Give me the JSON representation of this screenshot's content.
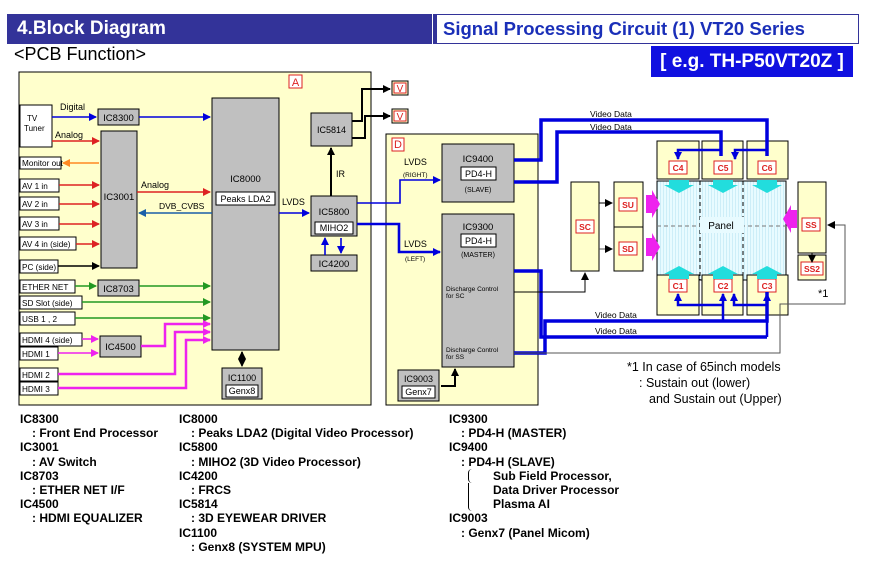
{
  "header": {
    "title": "4.Block Diagram",
    "subtitle": "Signal Processing Circuit  (1)  VT20 Series",
    "example_model": "[ e.g. TH-P50VT20Z ]",
    "section": "<PCB Function>"
  },
  "board_a": {
    "label": "A",
    "inputs": [
      "TV Tuner",
      "Monitor out",
      "AV 1 in",
      "AV 2 in",
      "AV 3 in",
      "AV 4 in (side)",
      "PC (side)",
      "ETHER NET",
      "SD Slot (side)",
      "USB 1 , 2",
      "HDMI 4 (side)",
      "HDMI 1",
      "HDMI 2",
      "HDMI 3"
    ],
    "signal_labels": {
      "digital": "Digital",
      "analog_tuner": "Analog",
      "analog_out": "Analog",
      "dvb": "DVB_CVBS",
      "lvds": "LVDS",
      "ir": "IR"
    },
    "chips": {
      "ic8300": "IC8300",
      "ic3001": "IC3001",
      "ic8703": "IC8703",
      "ic4500": "IC4500",
      "ic8000": "IC8000",
      "ic8000_sub": "Peaks LDA2",
      "ic5814": "IC5814",
      "ic5800": "IC5800",
      "ic5800_sub": "MIHO2",
      "ic4200": "IC4200",
      "ic1100": "IC1100",
      "ic1100_sub": "Genx8"
    },
    "v_outputs": [
      "V",
      "V"
    ]
  },
  "board_d": {
    "label": "D",
    "lvds_right": "LVDS",
    "lvds_right_sub": "(RIGHT)",
    "lvds_left": "LVDS",
    "lvds_left_sub": "(LEFT)",
    "ic9400": "IC9400",
    "ic9400_sub": "PD4-H",
    "ic9400_role": "(SLAVE)",
    "ic9300": "IC9300",
    "ic9300_sub": "PD4-H",
    "ic9300_role": "(MASTER)",
    "discharge_sc": "Discharge Control for SC",
    "discharge_ss": "Discharge Control for SS",
    "ic9003": "IC9003",
    "ic9003_sub": "Genx7"
  },
  "panel": {
    "label": "Panel",
    "video_data": [
      "Video Data",
      "Video Data",
      "Video Data",
      "Video Data"
    ],
    "boards": [
      "C4",
      "C5",
      "C6",
      "C1",
      "C2",
      "C3",
      "SC",
      "SU",
      "SD",
      "SS",
      "SS2"
    ],
    "note_mark": "*1"
  },
  "footnote": {
    "line1": "*1 In case of 65inch models",
    "line2": ": Sustain out (lower)",
    "line3": "and Sustain out (Upper)"
  },
  "legend": {
    "col1": [
      {
        "ic": "IC8300",
        "desc": ": Front End Processor"
      },
      {
        "ic": "IC3001",
        "desc": ": AV Switch"
      },
      {
        "ic": "IC8703",
        "desc": ": ETHER NET I/F"
      },
      {
        "ic": "IC4500",
        "desc": ": HDMI EQUALIZER"
      }
    ],
    "col2": [
      {
        "ic": "IC8000",
        "desc": ": Peaks LDA2 (Digital Video Processor)"
      },
      {
        "ic": "IC5800",
        "desc": ": MIHO2  (3D Video Processor)"
      },
      {
        "ic": "IC4200",
        "desc": ": FRCS"
      },
      {
        "ic": "IC5814",
        "desc": ": 3D EYEWEAR DRIVER"
      },
      {
        "ic": "IC1100",
        "desc": ": Genx8 (SYSTEM MPU)"
      }
    ],
    "col3": [
      {
        "ic": "IC9300",
        "desc": ": PD4-H (MASTER)"
      },
      {
        "ic": "IC9400",
        "desc": ": PD4-H (SLAVE)"
      },
      {
        "ic": "",
        "desc": "Sub Field Processor,"
      },
      {
        "ic": "",
        "desc": "Data Driver Processor"
      },
      {
        "ic": "",
        "desc": "Plasma AI"
      },
      {
        "ic": "IC9003",
        "desc": ": Genx7 (Panel Micom)"
      }
    ]
  },
  "colors": {
    "header_bg": "#333399",
    "title_blue": "#1a2fb8",
    "eg_bg": "#1010e0",
    "board_fill": "#ffffcc",
    "chip_fill": "#c0c0c0",
    "blue": "#0000dd",
    "red": "#dd2222",
    "green": "#229922",
    "magenta": "#ee22ee",
    "orange": "#ff8822",
    "cyan": "#22dddd",
    "label_red": "#dd2222"
  }
}
